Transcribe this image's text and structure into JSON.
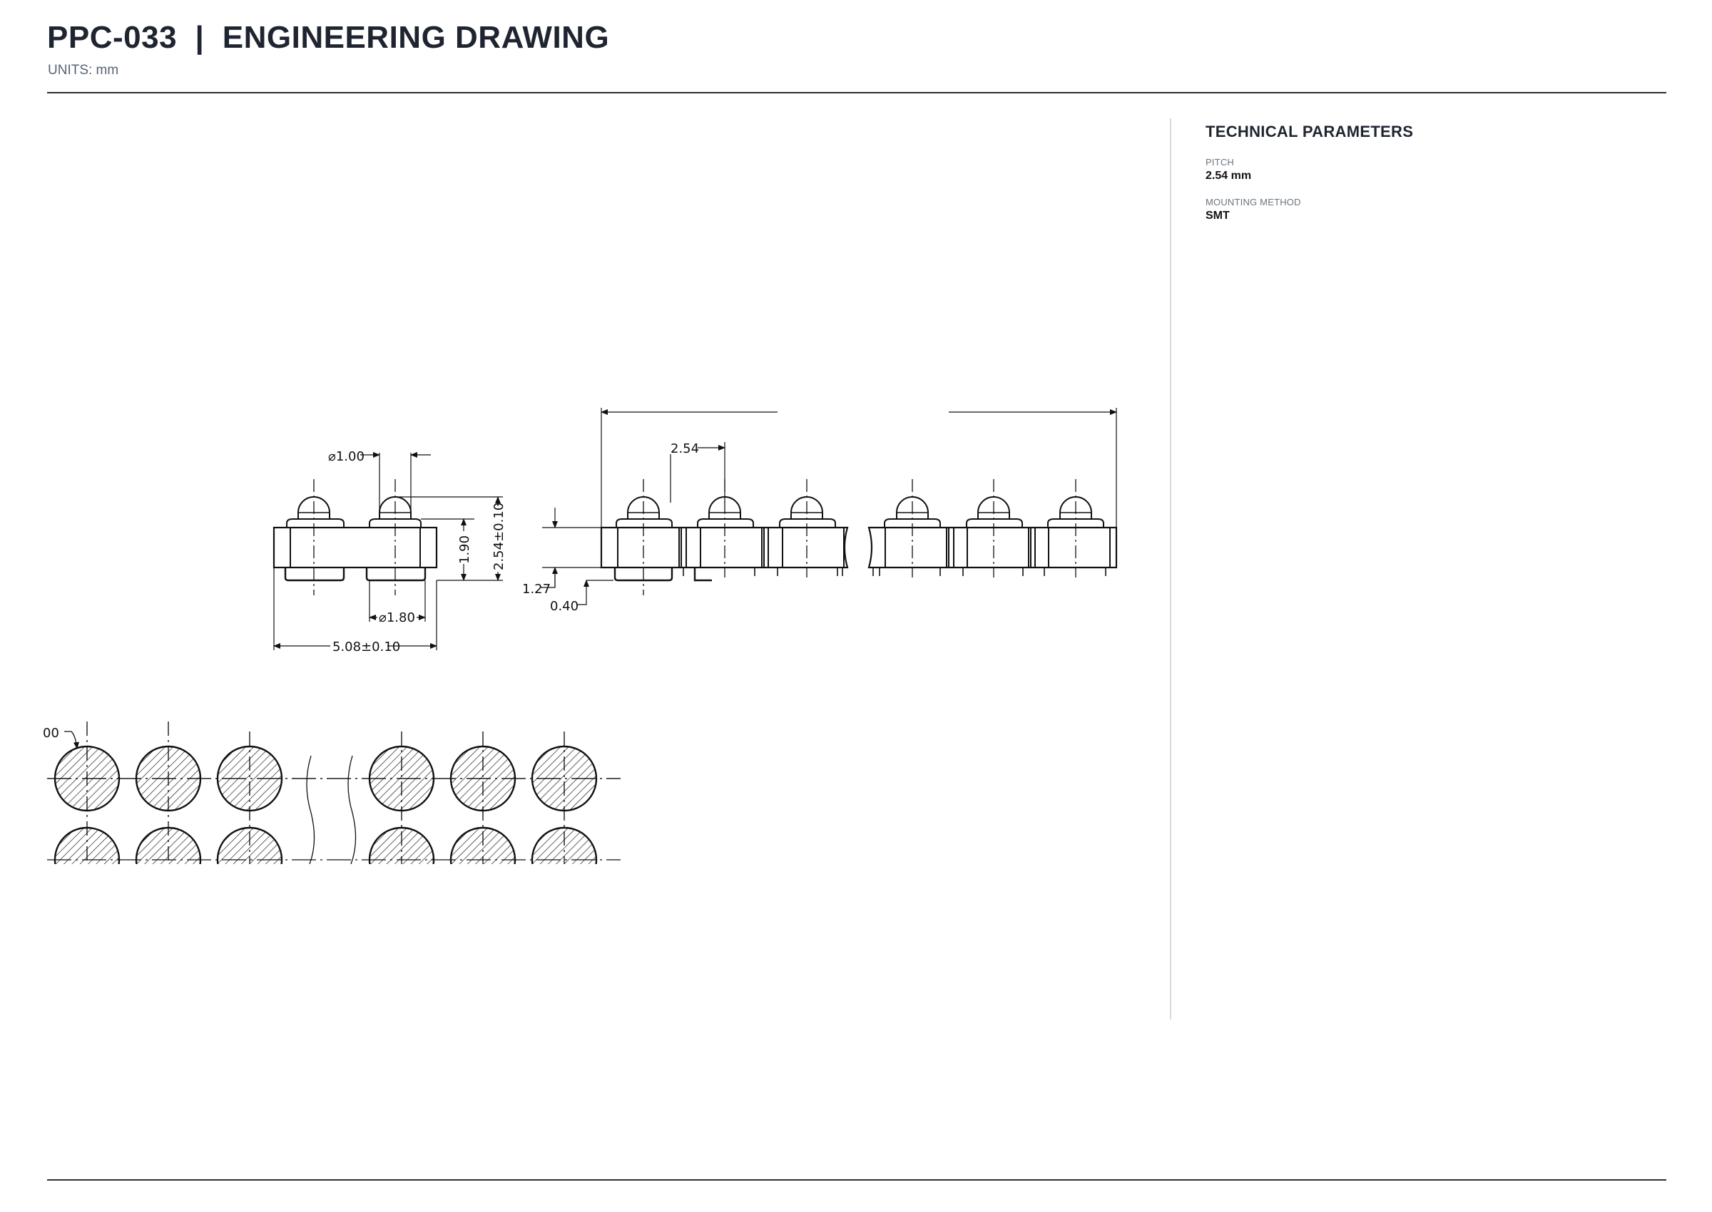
{
  "header": {
    "title": "PPC-033  |  ENGINEERING DRAWING",
    "units": "UNITS: mm"
  },
  "parameters": {
    "heading": "TECHNICAL PARAMETERS",
    "items": [
      {
        "label": "PITCH",
        "value": "2.54 mm"
      },
      {
        "label": "MOUNTING METHOD",
        "value": "SMT"
      }
    ]
  },
  "drawing": {
    "dimensions": {
      "pin_diameter": "⌀1.00",
      "pad_diameter": "⌀1.80",
      "body_height": "1.90",
      "overall_height": "2.54±0.10",
      "overall_width": "5.08±0.10",
      "pitch": "2.54",
      "standoff": "1.27",
      "lead_offset": "0.40",
      "footprint_callout": "00"
    }
  }
}
